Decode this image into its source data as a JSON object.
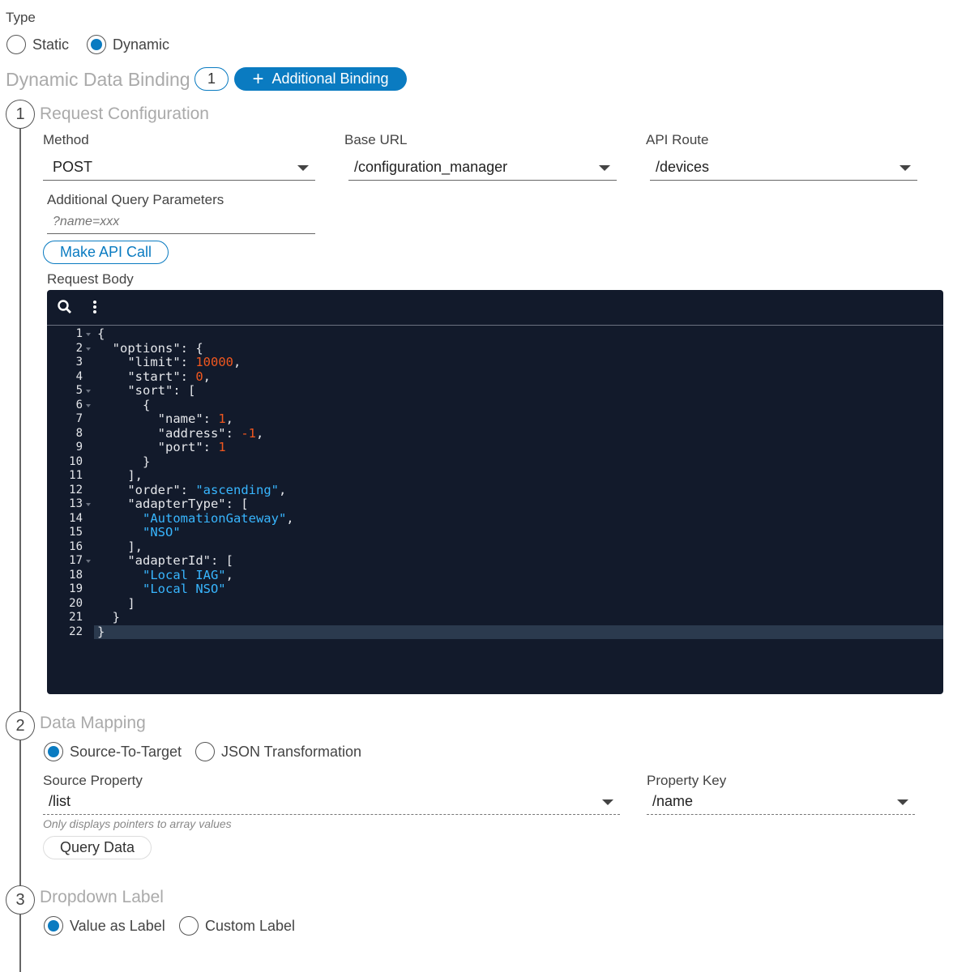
{
  "type_section": {
    "label": "Type",
    "options": [
      {
        "label": "Static",
        "selected": false
      },
      {
        "label": "Dynamic",
        "selected": true
      }
    ]
  },
  "binding": {
    "title": "Dynamic Data Binding",
    "count": "1",
    "add_button": "Additional Binding",
    "add_icon": "plus-icon"
  },
  "steps": [
    {
      "number": "1",
      "title": "Request Configuration"
    },
    {
      "number": "2",
      "title": "Data Mapping"
    },
    {
      "number": "3",
      "title": "Dropdown Label"
    }
  ],
  "request": {
    "method_label": "Method",
    "method_value": "POST",
    "base_url_label": "Base URL",
    "base_url_value": "/configuration_manager",
    "api_route_label": "API Route",
    "api_route_value": "/devices",
    "query_label": "Additional Query Parameters",
    "query_placeholder": "?name=xxx",
    "make_call": "Make API Call",
    "body_label": "Request Body",
    "accent": "#0a7bc1"
  },
  "editor": {
    "active_line": 22,
    "lines": [
      [
        [
          "k",
          "{"
        ]
      ],
      [
        [
          "k",
          "  \"options\": {"
        ]
      ],
      [
        [
          "k",
          "    \"limit\": "
        ],
        [
          "n",
          "10000"
        ],
        [
          "k",
          ","
        ]
      ],
      [
        [
          "k",
          "    \"start\": "
        ],
        [
          "n",
          "0"
        ],
        [
          "k",
          ","
        ]
      ],
      [
        [
          "k",
          "    \"sort\": ["
        ]
      ],
      [
        [
          "k",
          "      {"
        ]
      ],
      [
        [
          "k",
          "        \"name\": "
        ],
        [
          "n",
          "1"
        ],
        [
          "k",
          ","
        ]
      ],
      [
        [
          "k",
          "        \"address\": "
        ],
        [
          "n",
          "-1"
        ],
        [
          "k",
          ","
        ]
      ],
      [
        [
          "k",
          "        \"port\": "
        ],
        [
          "n",
          "1"
        ]
      ],
      [
        [
          "k",
          "      }"
        ]
      ],
      [
        [
          "k",
          "    ],"
        ]
      ],
      [
        [
          "k",
          "    \"order\": "
        ],
        [
          "s",
          "\"ascending\""
        ],
        [
          "k",
          ","
        ]
      ],
      [
        [
          "k",
          "    \"adapterType\": ["
        ]
      ],
      [
        [
          "s",
          "      \"AutomationGateway\""
        ],
        [
          "k",
          ","
        ]
      ],
      [
        [
          "s",
          "      \"NSO\""
        ]
      ],
      [
        [
          "k",
          "    ],"
        ]
      ],
      [
        [
          "k",
          "    \"adapterId\": ["
        ]
      ],
      [
        [
          "s",
          "      \"Local IAG\""
        ],
        [
          "k",
          ","
        ]
      ],
      [
        [
          "s",
          "      \"Local NSO\""
        ]
      ],
      [
        [
          "k",
          "    ]"
        ]
      ],
      [
        [
          "k",
          "  }"
        ]
      ],
      [
        [
          "k",
          "}"
        ]
      ]
    ],
    "foldable": [
      1,
      2,
      5,
      6,
      13,
      17
    ]
  },
  "mapping": {
    "options": [
      {
        "label": "Source-To-Target",
        "selected": true
      },
      {
        "label": "JSON Transformation",
        "selected": false
      }
    ],
    "source_label": "Source Property",
    "source_value": "/list",
    "hint": "Only displays pointers to array values",
    "key_label": "Property Key",
    "key_value": "/name",
    "query_button": "Query Data"
  },
  "label_section": {
    "options": [
      {
        "label": "Value as Label",
        "selected": true
      },
      {
        "label": "Custom Label",
        "selected": false
      }
    ]
  }
}
